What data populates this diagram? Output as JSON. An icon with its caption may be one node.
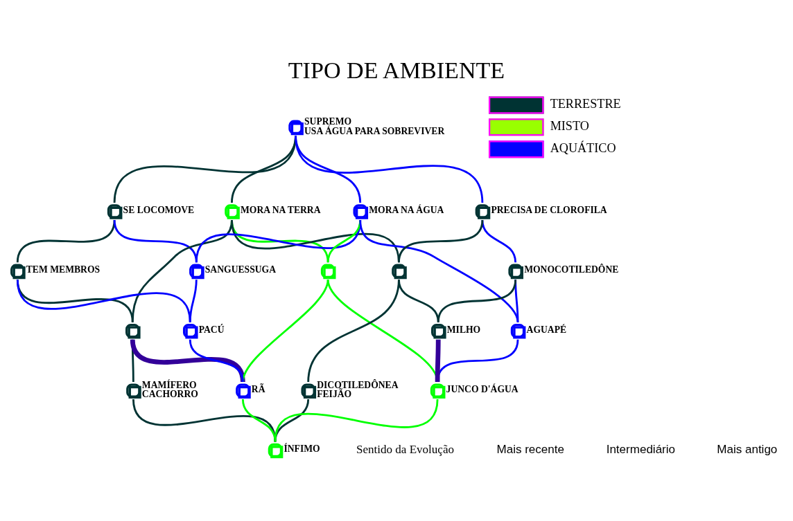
{
  "diagram": {
    "title": "TIPO DE AMBIENTE",
    "nodes": [
      {
        "text": [],
        "shape": "circle",
        "beside": [
          "SUPREMO",
          "USA ÁGUA PARA SOBREVIVER"
        ]
      },
      {
        "text": [],
        "shape": "circle",
        "beside": [
          "SE LOCOMOVE"
        ]
      },
      {
        "text": [],
        "shape": "circle",
        "beside": [
          "MORA NA TERRA"
        ]
      },
      {
        "text": [],
        "shape": "circle",
        "beside": [
          "MORA NA ÁGUA"
        ]
      },
      {
        "text": [],
        "shape": "circle",
        "beside": [
          "PRECISA DE CLOROFILA"
        ]
      },
      {
        "text": [],
        "shape": "circle",
        "beside": [
          "TEM MEMBROS"
        ]
      },
      {
        "text": [],
        "shape": "circle",
        "beside": [
          "MONOCOTILEDÔNE"
        ]
      },
      {
        "text": [],
        "shape": "circle"
      },
      {
        "text": [],
        "shape": "circle",
        "beside": [
          "SANGUESSUGA"
        ]
      },
      {
        "text": [],
        "shape": "circle"
      },
      {
        "text": [],
        "shape": "circle"
      },
      {
        "text": [],
        "shape": "circle",
        "beside": [
          "AGUAPÉ"
        ]
      },
      {
        "text": [],
        "shape": "circle",
        "beside": [
          "PACÚ"
        ]
      },
      {
        "text": [],
        "shape": "circle",
        "beside": [
          "MILHO"
        ]
      },
      {
        "text": [],
        "shape": "circle",
        "beside": [
          "MAMÍFERO",
          "CACHORRO"
        ]
      },
      {
        "text": [],
        "shape": "circle",
        "beside": [
          "RÃ"
        ]
      },
      {
        "text": [],
        "shape": "circle",
        "beside": [
          "DICOTILEDÔNEA",
          "FEIJÃO"
        ]
      },
      {
        "text": [],
        "shape": "circle",
        "beside": [
          "JUNCO D'ÁGUA"
        ]
      },
      {
        "text": [],
        "shape": "circle",
        "beside": [
          "ÍNFIMO"
        ]
      }
    ],
    "edges": [
      {
        "from": 0,
        "to": 1,
        "arrow": "none"
      },
      {
        "from": 0,
        "to": 2,
        "arrow": "none"
      },
      {
        "from": 0,
        "to": 3,
        "arrow": "none",
        "color": "#0000ff"
      },
      {
        "from": 0,
        "to": 4,
        "arrow": "none",
        "color": "#0000ff"
      },
      {
        "from": 1,
        "to": 5,
        "arrow": "none"
      },
      {
        "from": 1,
        "to": 8,
        "arrow": "none",
        "color": "#0000ff"
      },
      {
        "from": 2,
        "to": 7,
        "arrow": "none"
      },
      {
        "from": 2,
        "to": 9,
        "arrow": "none",
        "color": "#00ff00"
      },
      {
        "from": 2,
        "to": 10,
        "arrow": "none"
      },
      {
        "from": 3,
        "to": 8,
        "arrow": "none",
        "color": "#0000ff"
      },
      {
        "from": 3,
        "to": 9,
        "arrow": "none",
        "color": "#00ff00"
      },
      {
        "from": 3,
        "to": 11,
        "arrow": "none",
        "color": "#0000ff"
      },
      {
        "from": 4,
        "to": 10,
        "arrow": "none"
      },
      {
        "from": 4,
        "to": 6,
        "arrow": "none",
        "color": "#0000ff"
      },
      {
        "from": 5,
        "to": 7,
        "arrow": "none"
      },
      {
        "from": 5,
        "to": 12,
        "arrow": "none",
        "color": "#0000ff"
      },
      {
        "from": 6,
        "to": 11,
        "arrow": "none",
        "color": "#0000ff"
      },
      {
        "from": 6,
        "to": 13,
        "arrow": "none"
      },
      {
        "from": 7,
        "to": 14,
        "arrow": "none"
      },
      {
        "from": 7,
        "to": 15,
        "arrow": "none",
        "style": "thick",
        "color": "#330099"
      },
      {
        "from": 8,
        "to": 12,
        "arrow": "none",
        "color": "#0000ff"
      },
      {
        "from": 9,
        "to": 15,
        "arrow": "none",
        "color": "#00ff00"
      },
      {
        "from": 9,
        "to": 17,
        "arrow": "none",
        "color": "#00ff00"
      },
      {
        "from": 10,
        "to": 16,
        "arrow": "none"
      },
      {
        "from": 10,
        "to": 13,
        "arrow": "none"
      },
      {
        "from": 11,
        "to": 17,
        "arrow": "none",
        "color": "#0000ff"
      },
      {
        "from": 12,
        "to": 15,
        "arrow": "none",
        "color": "#0000ff"
      },
      {
        "from": 13,
        "to": 17,
        "arrow": "none",
        "style": "thick",
        "color": "#330099"
      },
      {
        "from": 14,
        "to": 18,
        "arrow": "none"
      },
      {
        "from": 15,
        "to": 18,
        "arrow": "none",
        "color": "#00ff00"
      },
      {
        "from": 16,
        "to": 18,
        "arrow": "none"
      },
      {
        "from": 17,
        "to": 18,
        "arrow": "none",
        "color": "#00ff00"
      }
    ],
    "labels": [
      "Sentido da Evolução",
      "Mais recente",
      "Intermediário",
      "Mais antigo"
    ],
    "legend": [
      {
        "text": "TERRESTRE",
        "color": "#003333"
      },
      {
        "text": "MISTO",
        "color": "#99ff00"
      },
      {
        "text": "AQUÁTICO",
        "color": "#0000ff"
      }
    ]
  }
}
